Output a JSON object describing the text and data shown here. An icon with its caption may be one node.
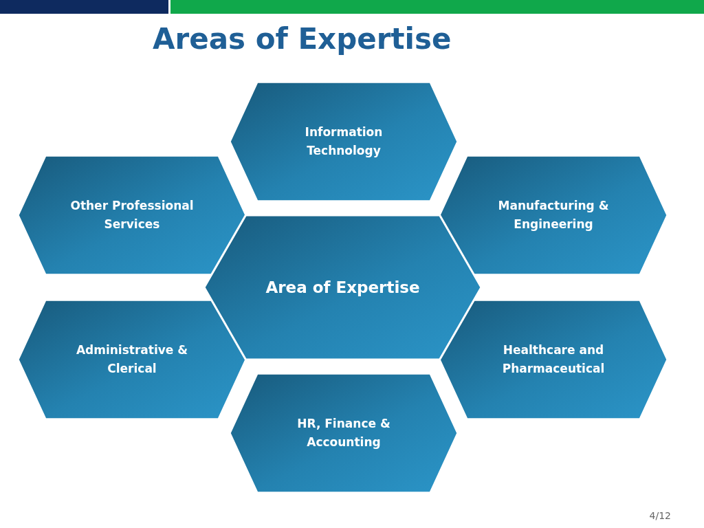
{
  "diagram": {
    "title": "Areas of Expertise",
    "nodes": [
      {
        "text": [
          "Information Technology"
        ]
      },
      {
        "text": [
          "Other Professional Services"
        ]
      },
      {
        "text": [
          "Manufacturing & Engineering"
        ]
      },
      {
        "text": [
          "Area of Expertise"
        ]
      },
      {
        "text": [
          "Administrative & Clerical"
        ]
      },
      {
        "text": [
          "Healthcare and Pharmaceutical"
        ]
      },
      {
        "text": [
          "HR, Finance & Accounting"
        ]
      }
    ],
    "labels": [
      "4/12"
    ]
  }
}
